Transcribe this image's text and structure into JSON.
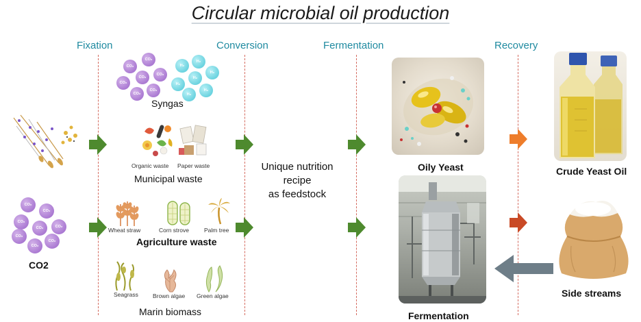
{
  "title": "Circular microbial oil production",
  "stages": {
    "fixation": "Fixation",
    "conversion": "Conversion",
    "fermentation": "Fermentation",
    "recovery": "Recovery"
  },
  "syngas": {
    "label": "Syngas",
    "co2_molecule": "CO₂",
    "h2_molecule": "H₂"
  },
  "municipal": {
    "label": "Municipal  waste",
    "organic": "Organic waste",
    "paper": "Paper waste"
  },
  "agriculture": {
    "label": "Agriculture waste",
    "wheat": "Wheat straw",
    "corn": "Corn strove",
    "palm": "Palm tree"
  },
  "marine": {
    "label": "Marin biomass",
    "seagrass": "Seagrass",
    "brown": "Brown algae",
    "green": "Green algae"
  },
  "co2": {
    "label": "CO2",
    "molecule": "CO₂"
  },
  "feedstock": {
    "line1": "Unique nutrition",
    "line2": "recipe",
    "line3": "as feedstock"
  },
  "oily_yeast": "Oily Yeast",
  "fermentation_label": "Fermentation",
  "crude_oil": "Crude Yeast Oil",
  "side_streams": "Side streams",
  "colors": {
    "stage_text": "#1f8aa0",
    "dash": "#d46a5e",
    "green_arrow": "#4e8a2e",
    "orange_arrow": "#ee7d2b",
    "red_arrow": "#c94a26",
    "gray_arrow": "#6e7e88"
  }
}
